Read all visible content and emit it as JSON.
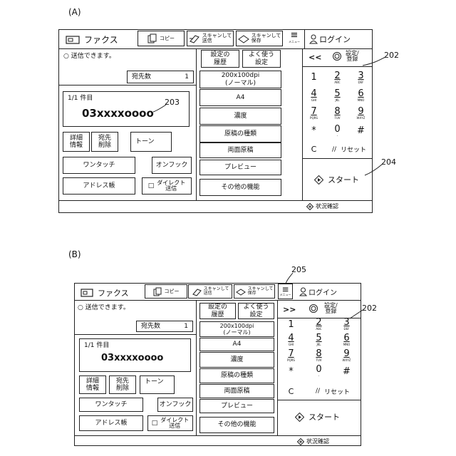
{
  "panelA": {
    "label": "(A)",
    "header": {
      "title": "ファクス",
      "copy": "コピー",
      "scan_send": "スキャンして\n送信",
      "scan_save": "スキャンして\n保存",
      "menu": "メニュー",
      "login": "ログイン"
    },
    "status": "送信できます。",
    "dest_count_label": "宛先数",
    "dest_count": "1",
    "history": "設定の\n履歴",
    "frequent": "よく使う\n設定",
    "page_label": "1/1 件目",
    "number": "03xxxxoooo",
    "details": "詳細\n情報",
    "delete": "宛先\n削除",
    "tone": "トーン",
    "onetouch": "ワンタッチ",
    "onhook": "オンフック",
    "address_book": "アドレス帳",
    "direct_send": "ダイレクト\n送信",
    "resolution": "200x100dpi\n(ノーマル)",
    "size": "A4",
    "density": "濃度",
    "original_type": "原稿の種類",
    "duplex": "両面原稿",
    "preview": "プレビュー",
    "other": "その他の機能",
    "collapse": "<<",
    "settings": "設定/\n登録",
    "keys": [
      {
        "d": "1",
        "s": ""
      },
      {
        "d": "2",
        "s": "ABC"
      },
      {
        "d": "3",
        "s": "DEF"
      },
      {
        "d": "4",
        "s": "GHI"
      },
      {
        "d": "5",
        "s": "JKL"
      },
      {
        "d": "6",
        "s": "MNO"
      },
      {
        "d": "7",
        "s": "PQRS"
      },
      {
        "d": "8",
        "s": "TUV"
      },
      {
        "d": "9",
        "s": "WXYZ"
      },
      {
        "d": "*",
        "s": ""
      },
      {
        "d": "0",
        "s": "-"
      },
      {
        "d": "#",
        "s": ""
      }
    ],
    "clear": "C",
    "reset": "リセット",
    "start": "スタート",
    "status_check": "状況確認",
    "ref_202": "202",
    "ref_203": "203",
    "ref_204": "204"
  },
  "panelB": {
    "label": "(B)",
    "header": {
      "title": "ファクス",
      "copy": "コピー",
      "scan_send": "スキャンして\n送信",
      "scan_save": "スキャンして\n保存",
      "menu": "メニュー",
      "login": "ログイン"
    },
    "status": "送信できます。",
    "dest_count_label": "宛先数",
    "dest_count": "1",
    "history": "設定の\n履歴",
    "frequent": "よく使う\n設定",
    "page_label": "1/1 件目",
    "number": "03xxxxoooo",
    "details": "詳細\n情報",
    "delete": "宛先\n削除",
    "tone": "トーン",
    "onetouch": "ワンタッチ",
    "onhook": "オンフック",
    "address_book": "アドレス帳",
    "direct_send": "ダイレクト\n送信",
    "resolution": "200x100dpi\n(ノーマル)",
    "size": "A4",
    "density": "濃度",
    "original_type": "原稿の種類",
    "duplex": "両面原稿",
    "preview": "プレビュー",
    "other": "その他の機能",
    "expand": ">>",
    "settings": "設定/\n登録",
    "keys": [
      {
        "d": "1",
        "s": ""
      },
      {
        "d": "2",
        "s": "ABC"
      },
      {
        "d": "3",
        "s": "DEF"
      },
      {
        "d": "4",
        "s": "GHI"
      },
      {
        "d": "5",
        "s": "JKL"
      },
      {
        "d": "6",
        "s": "MNO"
      },
      {
        "d": "7",
        "s": "PQRS"
      },
      {
        "d": "8",
        "s": "TUV"
      },
      {
        "d": "9",
        "s": "WXYZ"
      },
      {
        "d": "*",
        "s": ""
      },
      {
        "d": "0",
        "s": "-"
      },
      {
        "d": "#",
        "s": ""
      }
    ],
    "clear": "C",
    "reset": "リセット",
    "start": "スタート",
    "status_check": "状況確認",
    "ref_202": "202",
    "ref_205": "205"
  }
}
